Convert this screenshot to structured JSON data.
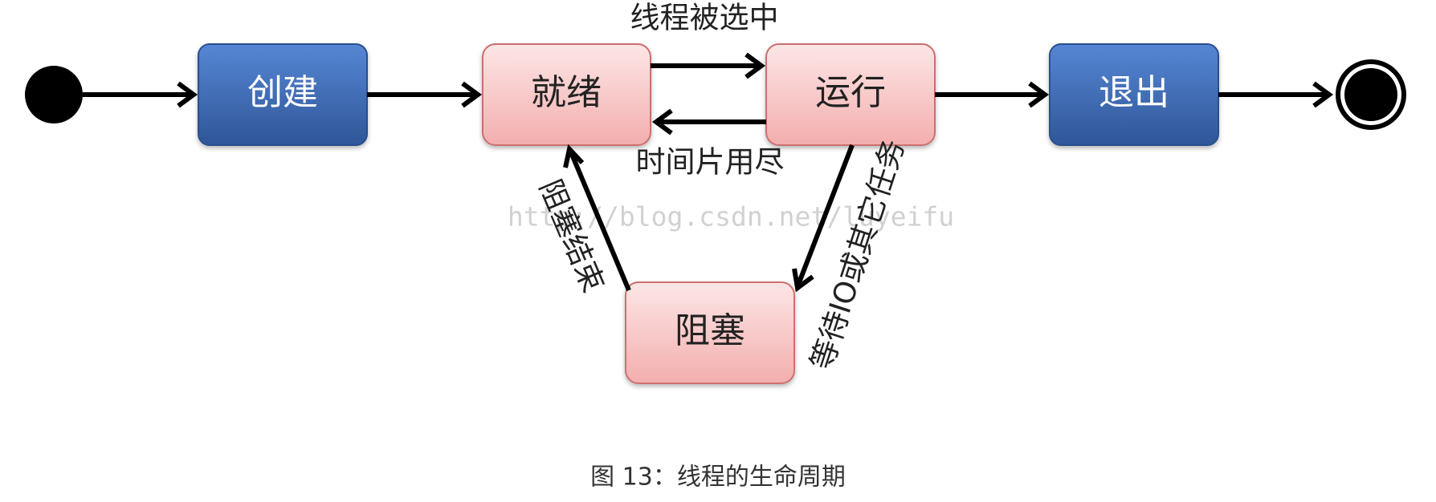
{
  "diagram": {
    "states": {
      "create": "创建",
      "ready": "就绪",
      "running": "运行",
      "exit": "退出",
      "blocked": "阻塞"
    },
    "transitions": {
      "selected": "线程被选中",
      "timeslice_exhausted": "时间片用尽",
      "wait_io": "等待IO或其它任务",
      "block_end": "阻塞结束"
    },
    "watermark": "http://blog.csdn.net/luyeifu",
    "colors": {
      "blue_fill": "#4a78c2",
      "blue_fill_dark": "#2f5698",
      "pink_fill": "#f6c3c3",
      "pink_border": "#cc7070"
    }
  },
  "caption": "图 13：线程的生命周期"
}
